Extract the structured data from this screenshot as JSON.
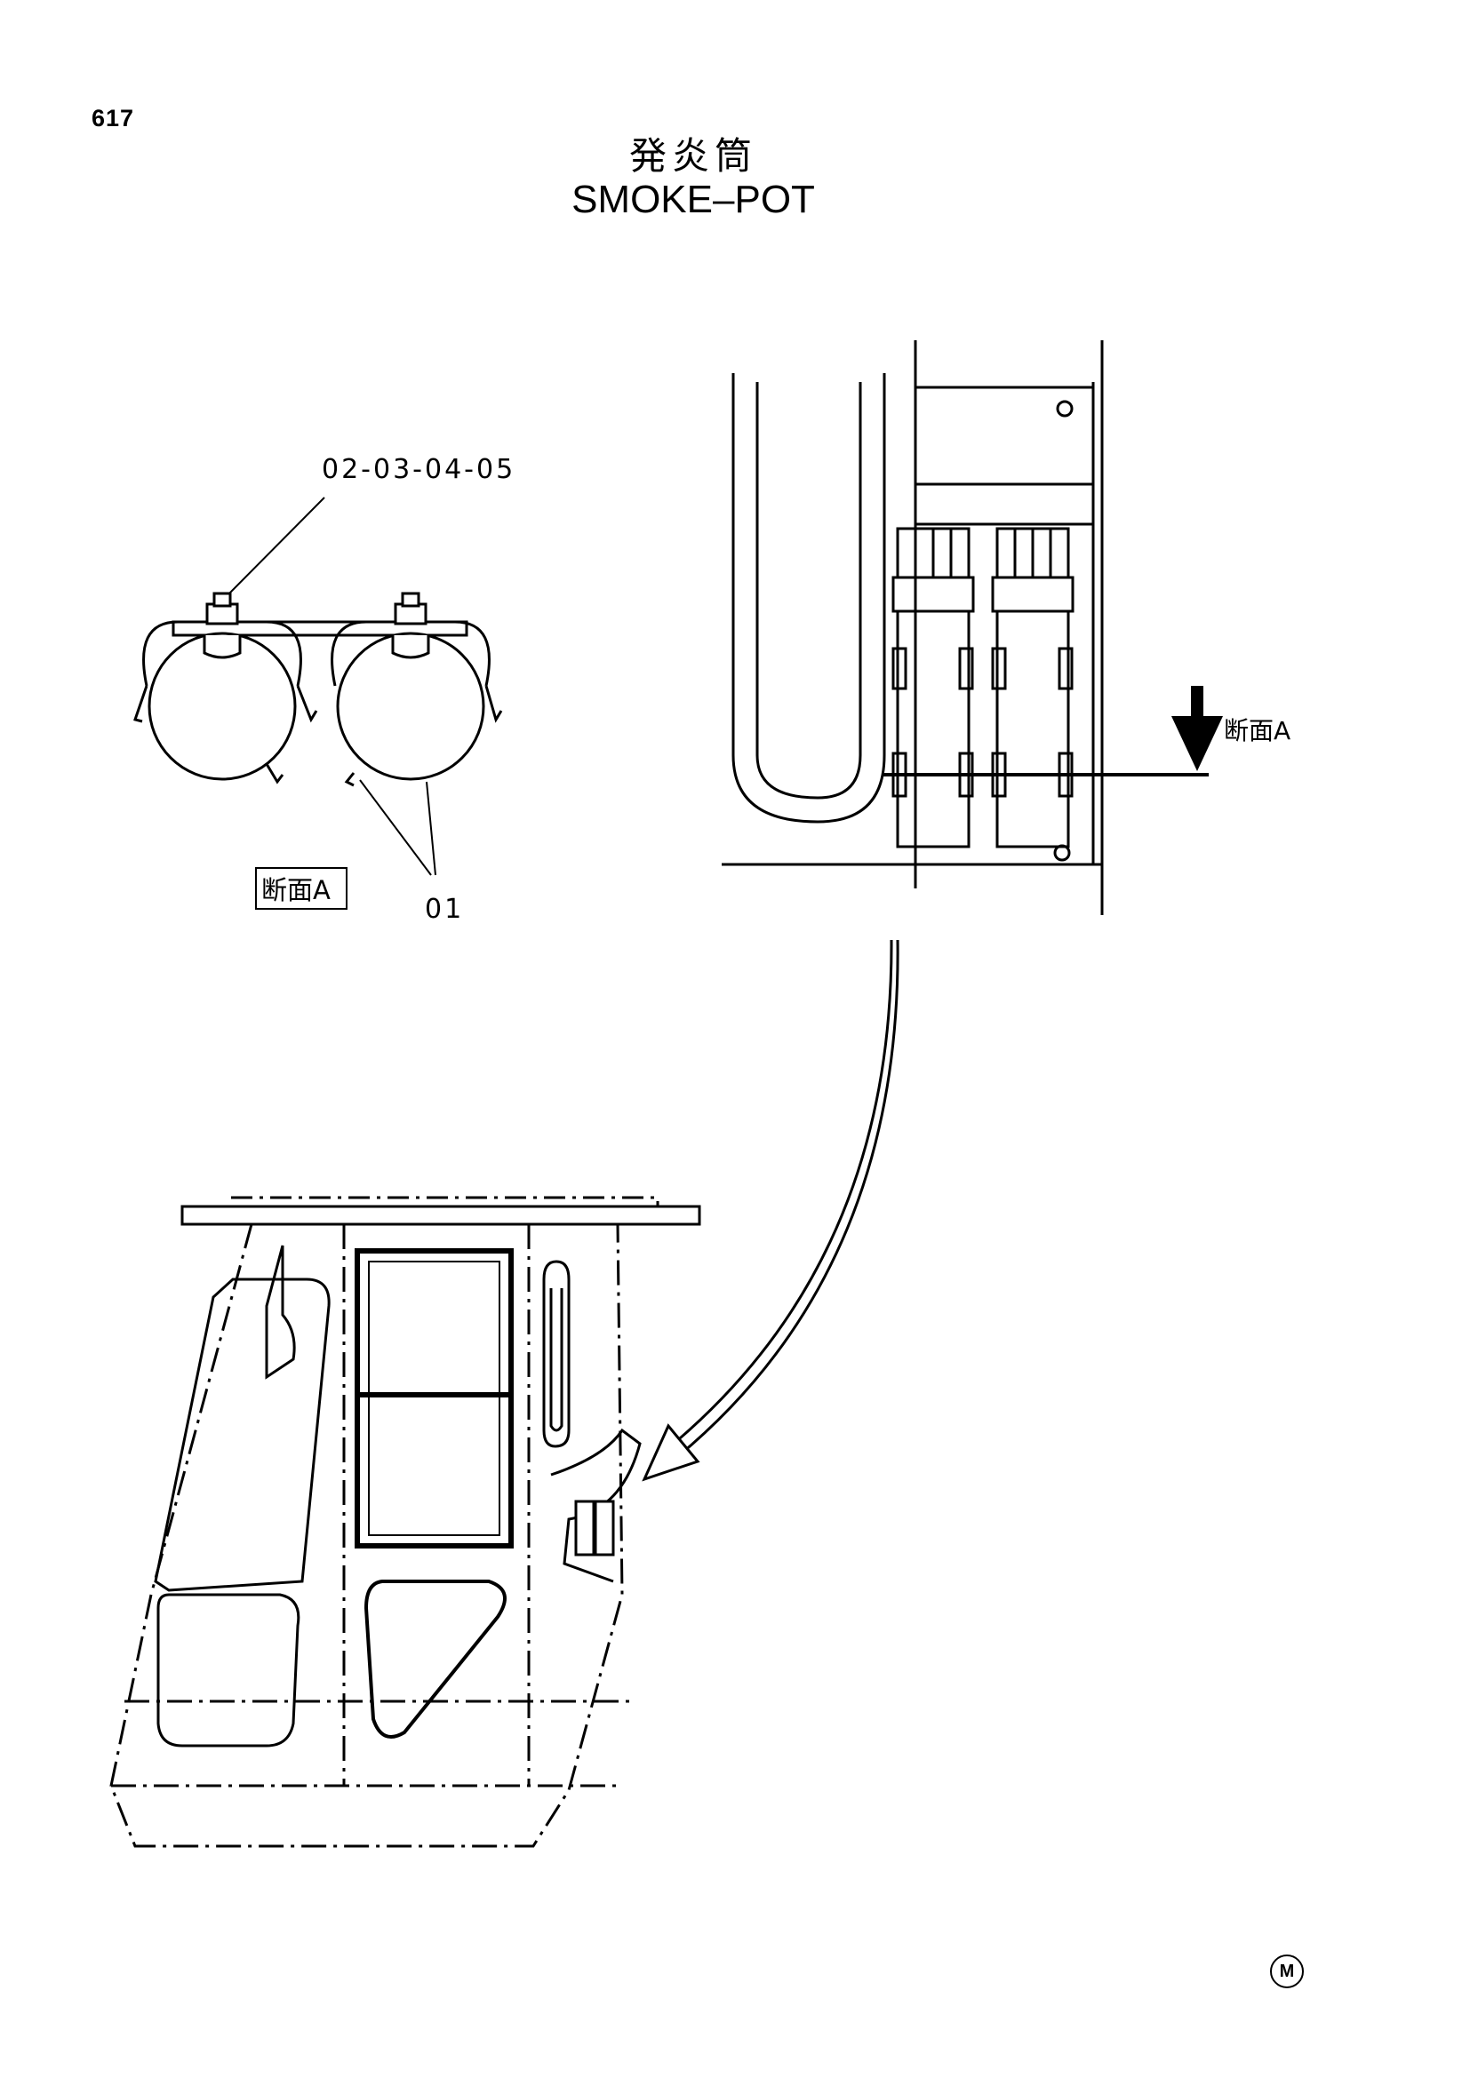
{
  "page_number": "617",
  "title_jp": "発炎筒",
  "title_en": "SMOKE–POT",
  "section_view": {
    "callout_bolts": "02-03-04-05",
    "callout_pots": "01",
    "section_label": "断面A"
  },
  "detail_view": {
    "section_marker": "断面A"
  },
  "corner_mark": "M"
}
